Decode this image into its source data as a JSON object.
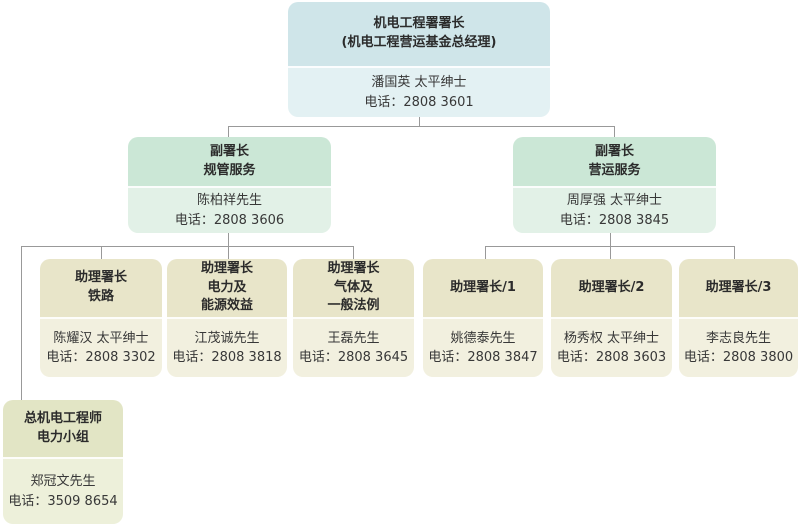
{
  "page": {
    "background": "#ffffff"
  },
  "colors": {
    "line": "#999999",
    "title_text": "#2b2b2b",
    "body_text": "#383838",
    "level1_header": "#cfe5e9",
    "level1_body": "#e3f1f3",
    "level2_header": "#cbe7d6",
    "level2_body": "#e2f1e7",
    "level3_header": "#e8e5c9",
    "level3_body": "#f2f0df",
    "level4_header": "#e2e5c5",
    "level4_body": "#edf0da"
  },
  "org": {
    "director": {
      "title_lines": [
        "机电工程署署长",
        "(机电工程营运基金总经理)"
      ],
      "name": "潘国英 太平绅士",
      "phone": "电话：2808 3601"
    },
    "deputy_regulatory": {
      "title_lines": [
        "副署长",
        "规管服务"
      ],
      "name": "陈柏祥先生",
      "phone": "电话：2808 3606"
    },
    "deputy_trading": {
      "title_lines": [
        "副署长",
        "营运服务"
      ],
      "name": "周厚强 太平绅士",
      "phone": "电话：2808 3845"
    },
    "ad_railways": {
      "title_lines": [
        "助理署长",
        "铁路"
      ],
      "name": "陈耀汉 太平绅士",
      "phone": "电话：2808 3302"
    },
    "ad_electricity": {
      "title_lines": [
        "助理署长",
        "电力及",
        "能源效益"
      ],
      "name": "江茂诚先生",
      "phone": "电话：2808 3818"
    },
    "ad_gas": {
      "title_lines": [
        "助理署长",
        "气体及",
        "一般法例"
      ],
      "name": "王磊先生",
      "phone": "电话：2808 3645"
    },
    "ad_1": {
      "title_lines": [
        "助理署长/1"
      ],
      "name": "姚德泰先生",
      "phone": "电话：2808 3847"
    },
    "ad_2": {
      "title_lines": [
        "助理署长/2"
      ],
      "name": "杨秀权 太平绅士",
      "phone": "电话：2808 3603"
    },
    "ad_3": {
      "title_lines": [
        "助理署长/3"
      ],
      "name": "李志良先生",
      "phone": "电话：2808 3800"
    },
    "chief_engineer_electricity": {
      "title_lines": [
        "总机电工程师",
        "电力小组"
      ],
      "name": "郑冠文先生",
      "phone": "电话：3509 8654"
    }
  }
}
